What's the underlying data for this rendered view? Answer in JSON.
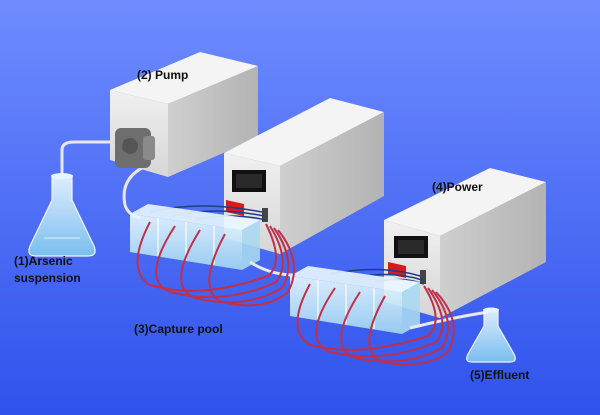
{
  "labels": {
    "flask": "(1)Arsenic",
    "flask_line2": "suspension",
    "pump": "(2) Pump",
    "capture_pool": "(3)Capture pool",
    "power": "(4)Power",
    "effluent": "(5)Effluent"
  },
  "colors": {
    "background_top": "#6f8cff",
    "background_bottom": "#3558f0",
    "box_front": "#e6e6e6",
    "box_top": "#f2f2f2",
    "box_side": "#bfbfbf",
    "pool_water": "#bfe3f5",
    "electrode_wire": "#c0304a",
    "signal_wire": "#1e3c8c",
    "power_knob": "#d81a1a",
    "display": "#111111"
  }
}
